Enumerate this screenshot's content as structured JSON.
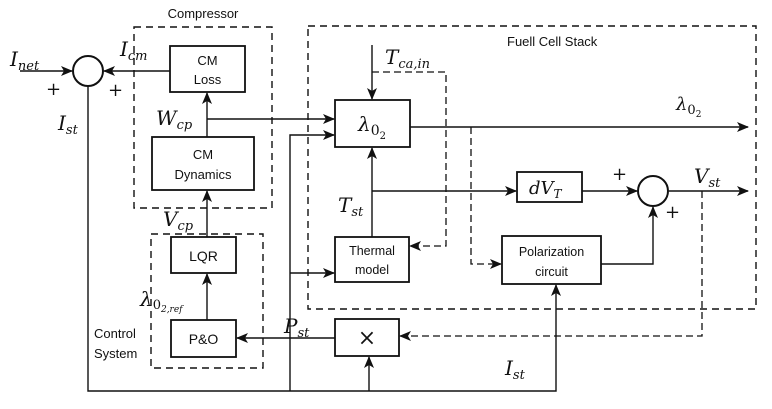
{
  "groups": {
    "compressor": "Compressor",
    "fuel_cell_stack": "Fuell Cell Stack",
    "control_system_line1": "Control",
    "control_system_line2": "System"
  },
  "blocks": {
    "cm_loss": [
      "CM",
      "Loss"
    ],
    "cm_dynamics": [
      "CM",
      "Dynamics"
    ],
    "lqr": "LQR",
    "po": "P&O",
    "lambda_o2": {
      "main": "λ",
      "sub": "0",
      "subsub": "2"
    },
    "thermal_model": [
      "Thermal",
      "model"
    ],
    "dvt": {
      "main": "dV",
      "sub": "T"
    },
    "polarization": [
      "Polarization",
      "circuit"
    ],
    "multiply": "×"
  },
  "signals": {
    "i_net": {
      "main": "I",
      "sub": "net"
    },
    "i_cm": {
      "main": "I",
      "sub": "cm"
    },
    "i_st_left": {
      "main": "I",
      "sub": "st"
    },
    "w_cp": {
      "main": "W",
      "sub": "cp"
    },
    "v_cp": {
      "main": "V",
      "sub": "cp"
    },
    "lambda_ref": {
      "main": "λ",
      "sub": "0",
      "subsub": "2,ref"
    },
    "t_ca_in": {
      "main": "T",
      "sub": "ca,in"
    },
    "t_st": {
      "main": "T",
      "sub": "st"
    },
    "lambda_out": {
      "main": "λ",
      "sub": "0",
      "subsub": "2"
    },
    "v_st": {
      "main": "V",
      "sub": "st"
    },
    "p_st": {
      "main": "P",
      "sub": "st"
    },
    "i_st_bottom": {
      "main": "I",
      "sub": "st"
    }
  },
  "signs": {
    "sum1_left": "+",
    "sum1_right": "+",
    "sum2_top": "+",
    "sum2_bottom": "+"
  }
}
